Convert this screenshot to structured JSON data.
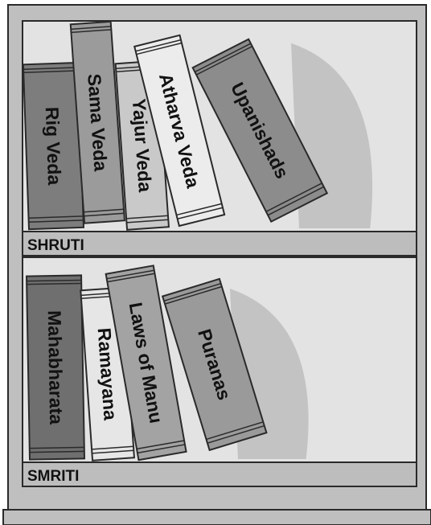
{
  "shelves": [
    {
      "label": "SHRUTI",
      "books": [
        {
          "title": "Rig Veda",
          "color": "#7d7d7d"
        },
        {
          "title": "Sama Veda",
          "color": "#9b9b9b"
        },
        {
          "title": "Yajur Veda",
          "color": "#c9c9c9"
        },
        {
          "title": "Atharva Veda",
          "color": "#ececec"
        },
        {
          "title": "Upanishads",
          "color": "#8c8c8c"
        }
      ]
    },
    {
      "label": "SMRITI",
      "books": [
        {
          "title": "Mahabharata",
          "color": "#6f6f6f"
        },
        {
          "title": "Ramayana",
          "color": "#e6e6e6"
        },
        {
          "title": "Laws of Manu",
          "color": "#a3a3a3"
        },
        {
          "title": "Puranas",
          "color": "#9a9a9a"
        }
      ]
    }
  ],
  "colors": {
    "frame": "#bfbfbf",
    "shelf_back": "#e3e3e3",
    "shadow": "#b8b8b8",
    "label_band": "#bdbdbd",
    "outline": "#2a2a2a"
  }
}
